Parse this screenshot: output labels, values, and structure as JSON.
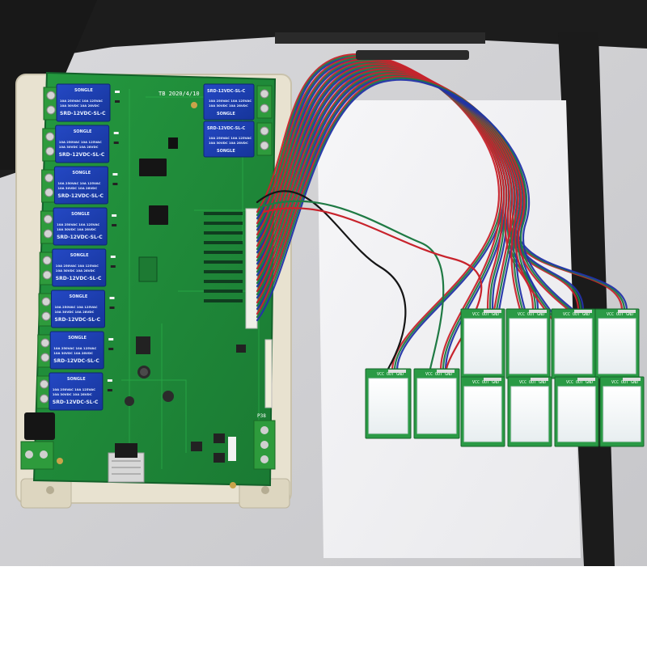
{
  "photo": {
    "board_date_label": "TB 2020/4/10",
    "relay_brand": "SONGLE",
    "relay_model": "SRD-12VDC-SL-C",
    "relay_rating_line1": "10A 250VAC 10A 125VAC",
    "relay_rating_line2": "10A 30VDC 10A 28VDC",
    "relay_count": 10,
    "touch_pad_count": 10,
    "touch_pad_silkscreen": "VCC OUT GND",
    "connector_label": "P38",
    "colors": {
      "background_frame": "#1a1a1a",
      "paper": "#f3f3f5",
      "pcb_green": "#1f8a3a",
      "relay_blue": "#1b3fb0",
      "terminal_green": "#2e9b3c",
      "enclosure": "#e9e3d2",
      "wire_red": "#c8232c",
      "wire_green": "#1f7a44",
      "wire_blue": "#2333a8",
      "wire_black": "#151515"
    }
  }
}
